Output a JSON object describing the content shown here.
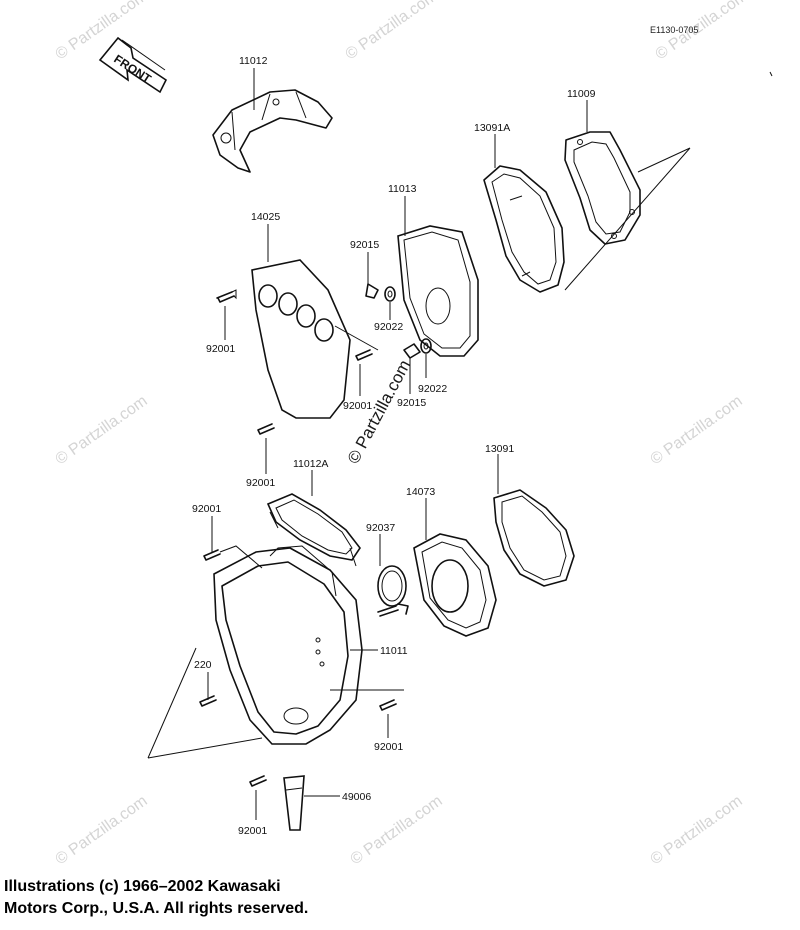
{
  "diagram": {
    "reference_code": "E1130-0705",
    "front_label": "FRONT",
    "watermark_text": "© Partzilla.com",
    "center_watermark": "© Partzilla.com",
    "part_labels": {
      "p11012": "11012",
      "p11009": "11009",
      "p13091A": "13091A",
      "p11013": "11013",
      "p14025": "14025",
      "p92015a": "92015",
      "p92022a": "92022",
      "p92001a": "92001",
      "p92001b": "92001",
      "p92022b": "92022",
      "p92015b": "92015",
      "p13091": "13091",
      "p92001c": "92001",
      "p11012A": "11012A",
      "p14073": "14073",
      "p92001d": "92001",
      "p92037": "92037",
      "p11011": "11011",
      "p220": "220",
      "p92001e": "92001",
      "p49006": "49006",
      "p92001f": "92001"
    }
  },
  "footer": {
    "line1": "Illustrations (c) 1966–2002 Kawasaki",
    "line2": "Motors Corp., U.S.A.  All rights reserved."
  },
  "colors": {
    "ink": "#111111",
    "watermark": "#d4d4d4",
    "background": "#ffffff"
  }
}
